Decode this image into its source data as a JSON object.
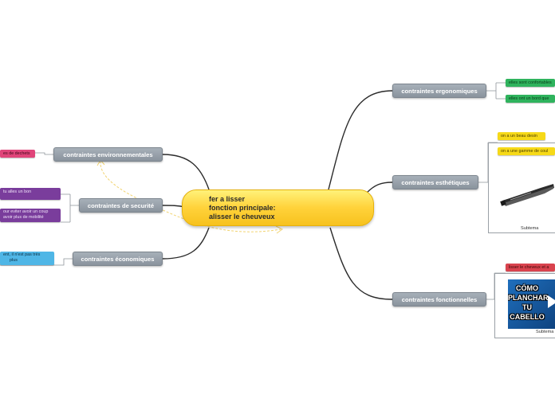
{
  "central": {
    "line1": "fer a lisser",
    "line2": "fonction principale:",
    "line3": "alisser le cheuveux"
  },
  "right": {
    "ergonomiques": {
      "label": "contraintes ergonomiques",
      "items": [
        "elles sont confortables",
        "elles ont un bord que"
      ]
    },
    "esthetiques": {
      "label": "contraintes esthétiques",
      "items": [
        "on a un beau desin",
        "on a une gamme de coul"
      ],
      "subtema": "Subtema"
    },
    "fonctionnelles": {
      "label": "contraintes fonctionnelles",
      "items": [
        "lisser le cheveux et a"
      ],
      "thumb": [
        "CÓMO",
        "PLANCHAR",
        "TU",
        "CABELLO"
      ],
      "subtema": "Subtema"
    }
  },
  "left": {
    "environnementales": {
      "label": "contraintes environnementales",
      "items": [
        "es de dechets"
      ]
    },
    "securite": {
      "label": "contraintes de securité",
      "items": [
        {
          "l1": "tu alles un bon",
          "l2": ""
        },
        {
          "l1": "our eviter avoir un coup",
          "l2": "avoir plus de mobilité"
        }
      ]
    },
    "economiques": {
      "label": "contraintes économiques",
      "items": [
        {
          "l1": "ent, il n'est pas très",
          "l2": "plus"
        }
      ]
    }
  },
  "colors": {
    "central": "#ffd23a",
    "main_node": "#98a1ab",
    "connector": "#2b2b2b",
    "relation": "#f2d472"
  }
}
